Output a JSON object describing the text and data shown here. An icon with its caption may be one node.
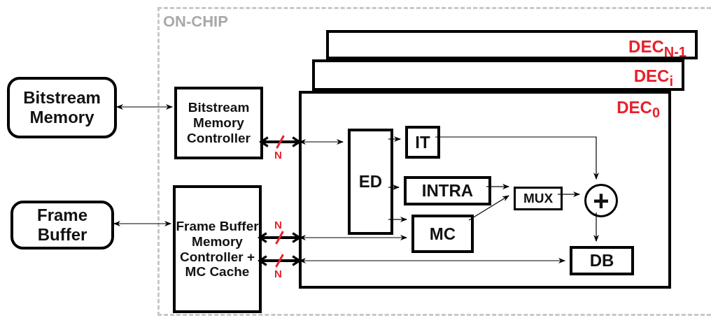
{
  "diagram": {
    "nodes": [
      {
        "text": [
          "ON-CHIP"
        ]
      },
      {
        "text": [
          "Bitstream Memory"
        ]
      },
      {
        "text": [
          "Frame Buffer"
        ]
      },
      {
        "text": [
          "Bitstream Memory Controller"
        ],
        "in": 0
      },
      {
        "text": [
          "Frame Buffer Memory Controller + MC Cache"
        ],
        "in": 0
      },
      {
        "text": [
          "DEC$_{N-1}$"
        ],
        "in": 0
      },
      {
        "text": [
          "DEC$_{i}$"
        ],
        "in": 0
      },
      {
        "text": [
          "DEC$_{0}$"
        ],
        "in": 0
      },
      {
        "text": [
          "ED"
        ],
        "in": 7
      },
      {
        "text": [
          "IT"
        ],
        "in": 7
      },
      {
        "text": [
          "INTRA"
        ],
        "in": 7
      },
      {
        "text": [
          "MC"
        ],
        "in": 7
      },
      {
        "text": [
          "MUX"
        ],
        "in": 7
      },
      {
        "text": [
          "+"
        ],
        "in": 7
      },
      {
        "text": [
          "DB"
        ],
        "in": 7
      }
    ],
    "edges": [
      {
        "from": 1,
        "to": 3,
        "arrow": "both"
      },
      {
        "from": 2,
        "to": 4,
        "arrow": "both"
      },
      {
        "from": 3,
        "to": 7,
        "arrow": "both",
        "style": "thick"
      },
      {
        "from": 7,
        "to": 8,
        "arrow": "both"
      },
      {
        "from": 8,
        "to": 9,
        "arrow": "to"
      },
      {
        "from": 8,
        "to": 10,
        "arrow": "to"
      },
      {
        "from": 8,
        "to": 11,
        "arrow": "to"
      },
      {
        "from": 9,
        "to": 13,
        "arrow": "to"
      },
      {
        "from": 10,
        "to": 12,
        "arrow": "to"
      },
      {
        "from": 11,
        "to": 12,
        "arrow": "to"
      },
      {
        "from": 12,
        "to": 13,
        "arrow": "to"
      },
      {
        "from": 13,
        "to": 14,
        "arrow": "to"
      },
      {
        "from": 4,
        "to": 7,
        "arrow": "both",
        "style": "thick"
      },
      {
        "from": 7,
        "to": 11,
        "arrow": "both"
      },
      {
        "from": 4,
        "to": 7,
        "arrow": "both",
        "style": "thick"
      },
      {
        "from": 7,
        "to": 14,
        "arrow": "both"
      }
    ],
    "labels": [
      "N",
      "N",
      "N"
    ]
  }
}
